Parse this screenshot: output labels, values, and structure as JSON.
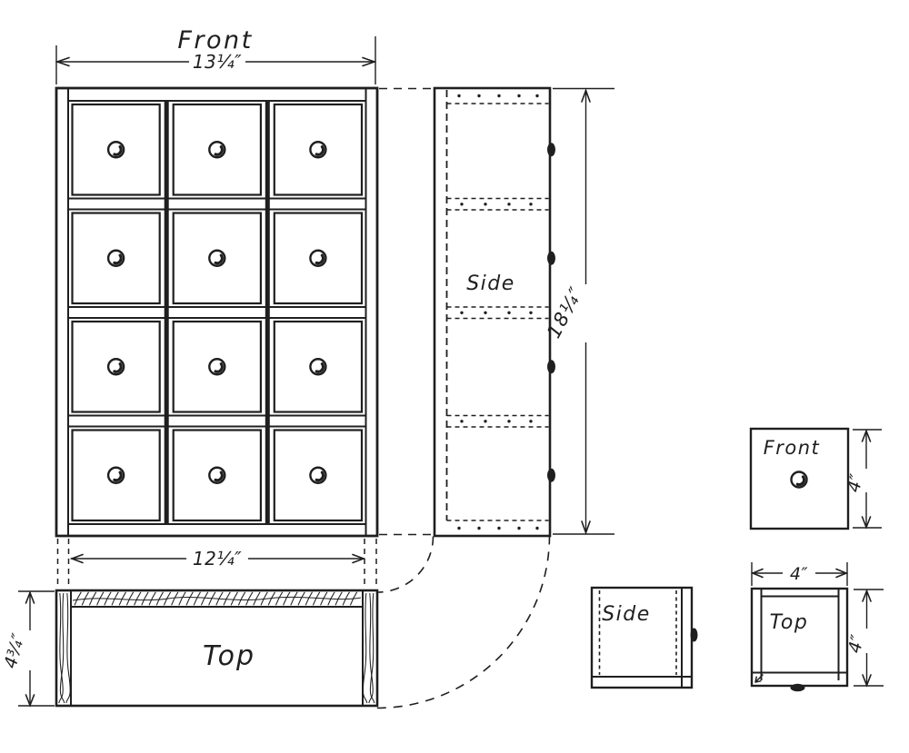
{
  "drawing": {
    "cabinet": {
      "front_view": {
        "label": "Front",
        "overall_width": "13¼″",
        "inside_width": "12¼″",
        "drawer_rows": 4,
        "drawer_cols": 3
      },
      "side_view": {
        "label": "Side",
        "overall_height": "18¼″",
        "knob_count": 4
      },
      "top_view": {
        "label": "Top",
        "depth": "4¾″"
      }
    },
    "drawer_detail": {
      "front_view": {
        "label": "Front",
        "height": "4″"
      },
      "side_view": {
        "label": "Side"
      },
      "top_view": {
        "label": "Top",
        "width": "4″",
        "depth": "4″"
      }
    },
    "colors": {
      "ink": "#1f1f1f",
      "paper": "#ffffff"
    }
  }
}
